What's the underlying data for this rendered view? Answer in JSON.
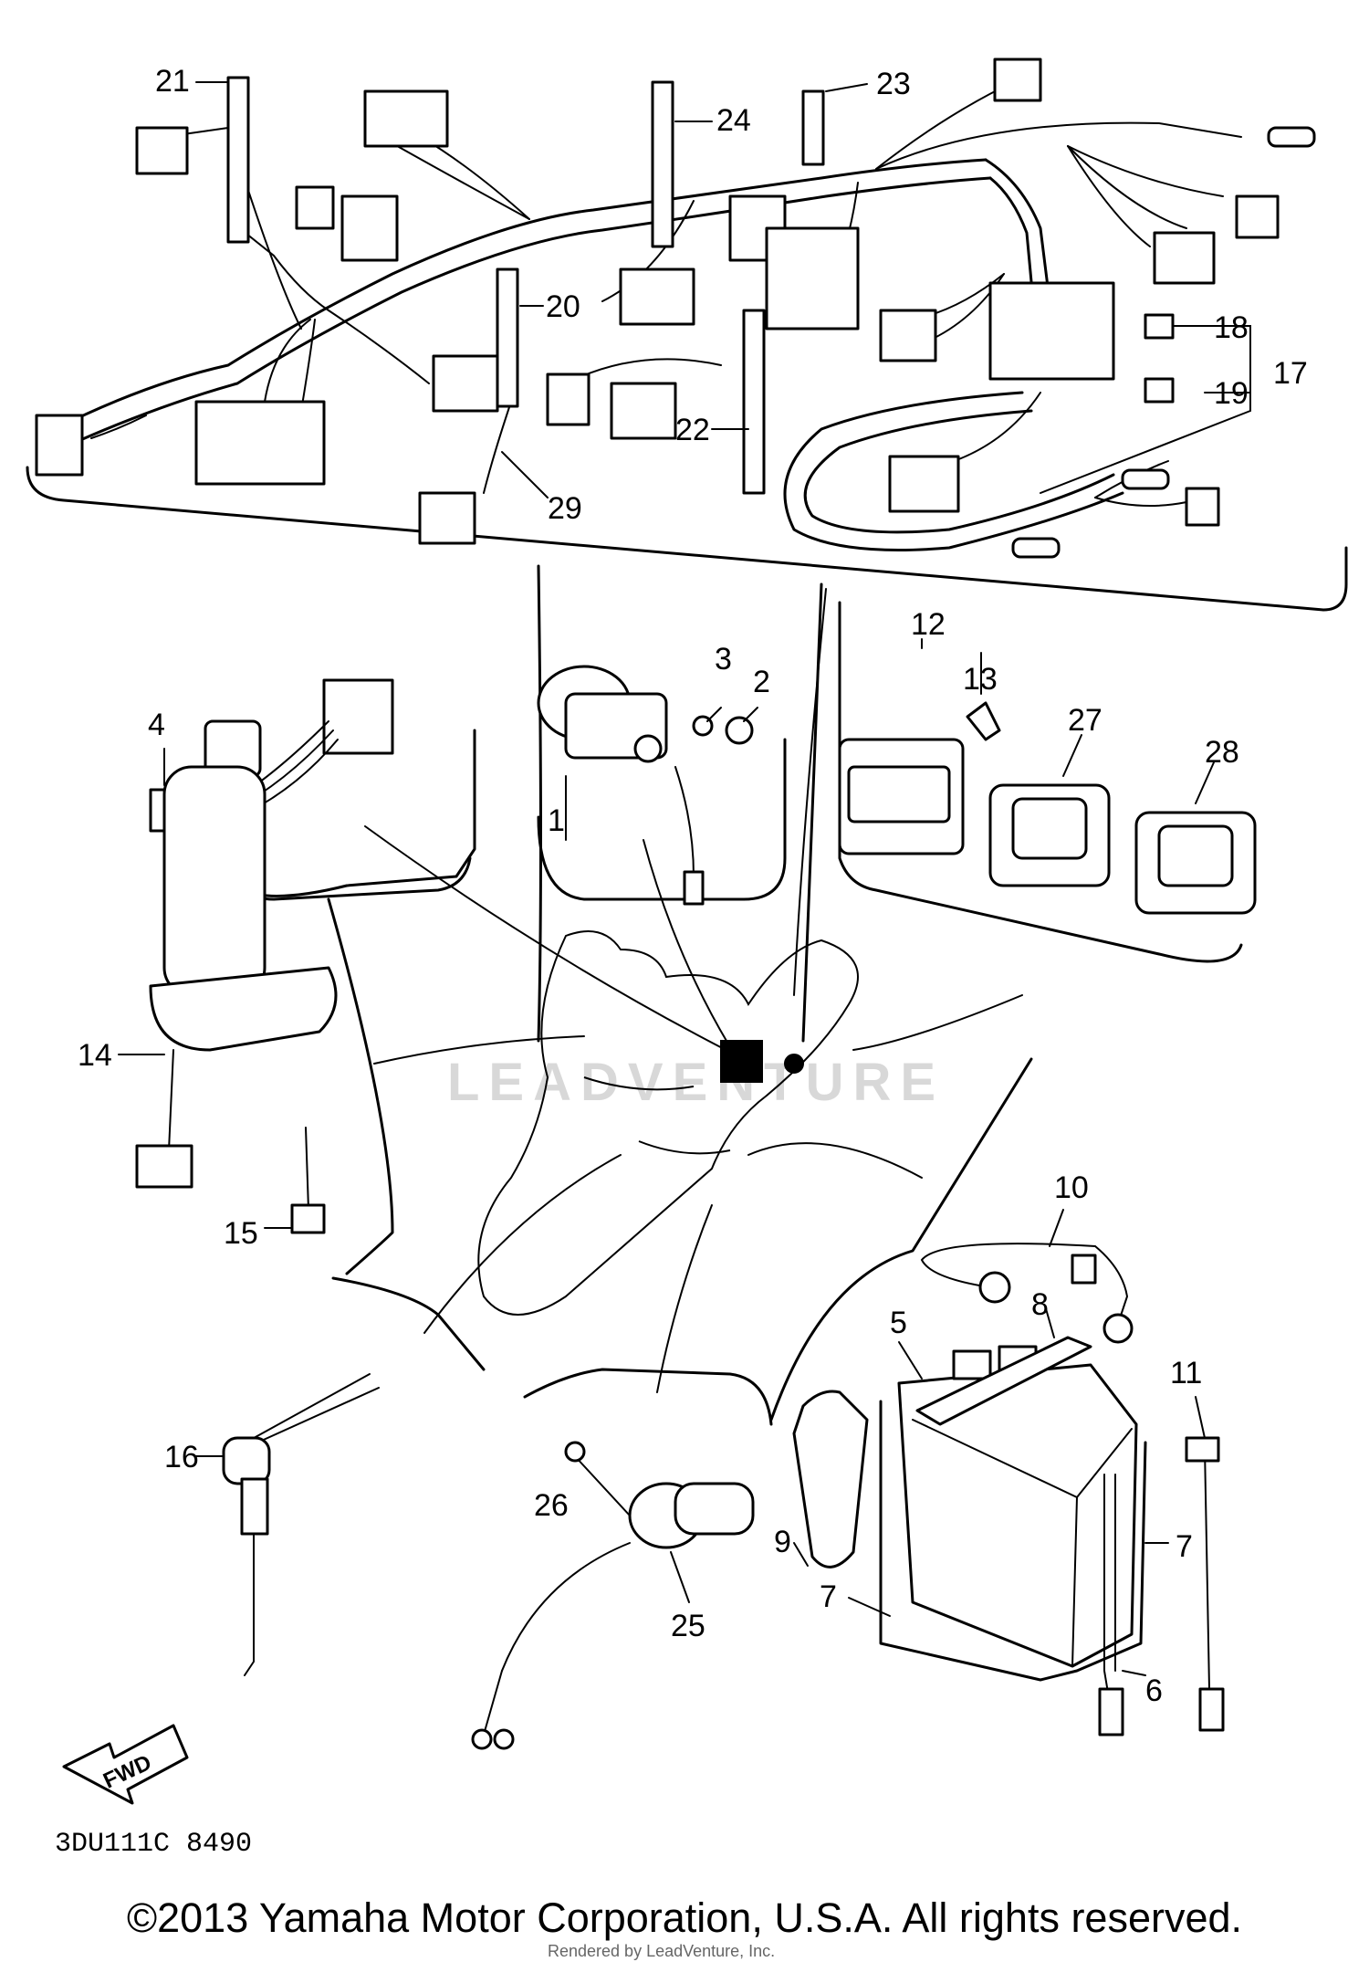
{
  "callouts": {
    "c1": "1",
    "c2": "2",
    "c3": "3",
    "c4": "4",
    "c5": "5",
    "c6": "6",
    "c7a": "7",
    "c7b": "7",
    "c8": "8",
    "c9": "9",
    "c10": "10",
    "c11": "11",
    "c12": "12",
    "c13": "13",
    "c14": "14",
    "c15": "15",
    "c16": "16",
    "c17": "17",
    "c18": "18",
    "c19": "19",
    "c20": "20",
    "c21": "21",
    "c22": "22",
    "c23": "23",
    "c24": "24",
    "c25": "25",
    "c26": "26",
    "c27": "27",
    "c28": "28",
    "c29": "29"
  },
  "fwd_label": "FWD",
  "drawing_code": "3DU111C 8490",
  "watermark": "LEADVENTURE",
  "copyright": "©2013 Yamaha Motor Corporation, U.S.A. All rights reserved.",
  "rendered_by": "Rendered by LeadVenture, Inc."
}
